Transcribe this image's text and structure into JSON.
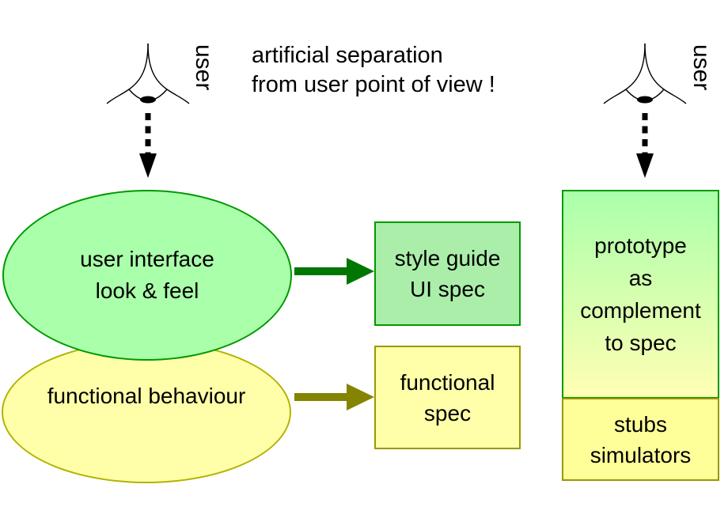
{
  "title": {
    "line1": "artificial separation",
    "line2": "from user point of view !"
  },
  "users": {
    "left": {
      "label": "user"
    },
    "right": {
      "label": "user"
    }
  },
  "ellipses": {
    "ui": {
      "line1": "user interface",
      "line2": "look & feel"
    },
    "functional": {
      "label": "functional behaviour"
    }
  },
  "boxes": {
    "style_guide": {
      "line1": "style guide",
      "line2": "UI spec"
    },
    "functional_spec": {
      "line1": "functional",
      "line2": "spec"
    },
    "prototype": {
      "line1": "prototype",
      "line2": "as",
      "line3": "complement",
      "line4": "to spec"
    },
    "stubs": {
      "line1": "stubs",
      "line2": "simulators"
    }
  },
  "colors": {
    "green_ellipse_fill": "#aaffaa",
    "green_box_fill": "#aaeeaa",
    "green_border": "#009900",
    "green_arrow": "#007700",
    "yellow_fill": "#ffffaa",
    "yellow_ellipse_border": "#b3b300",
    "stubs_fill": "#ffff99",
    "olive_border": "#999900",
    "olive_arrow": "#848400",
    "prototype_gradient_top": "#aaffaa",
    "prototype_gradient_bottom": "#ffffb4"
  }
}
